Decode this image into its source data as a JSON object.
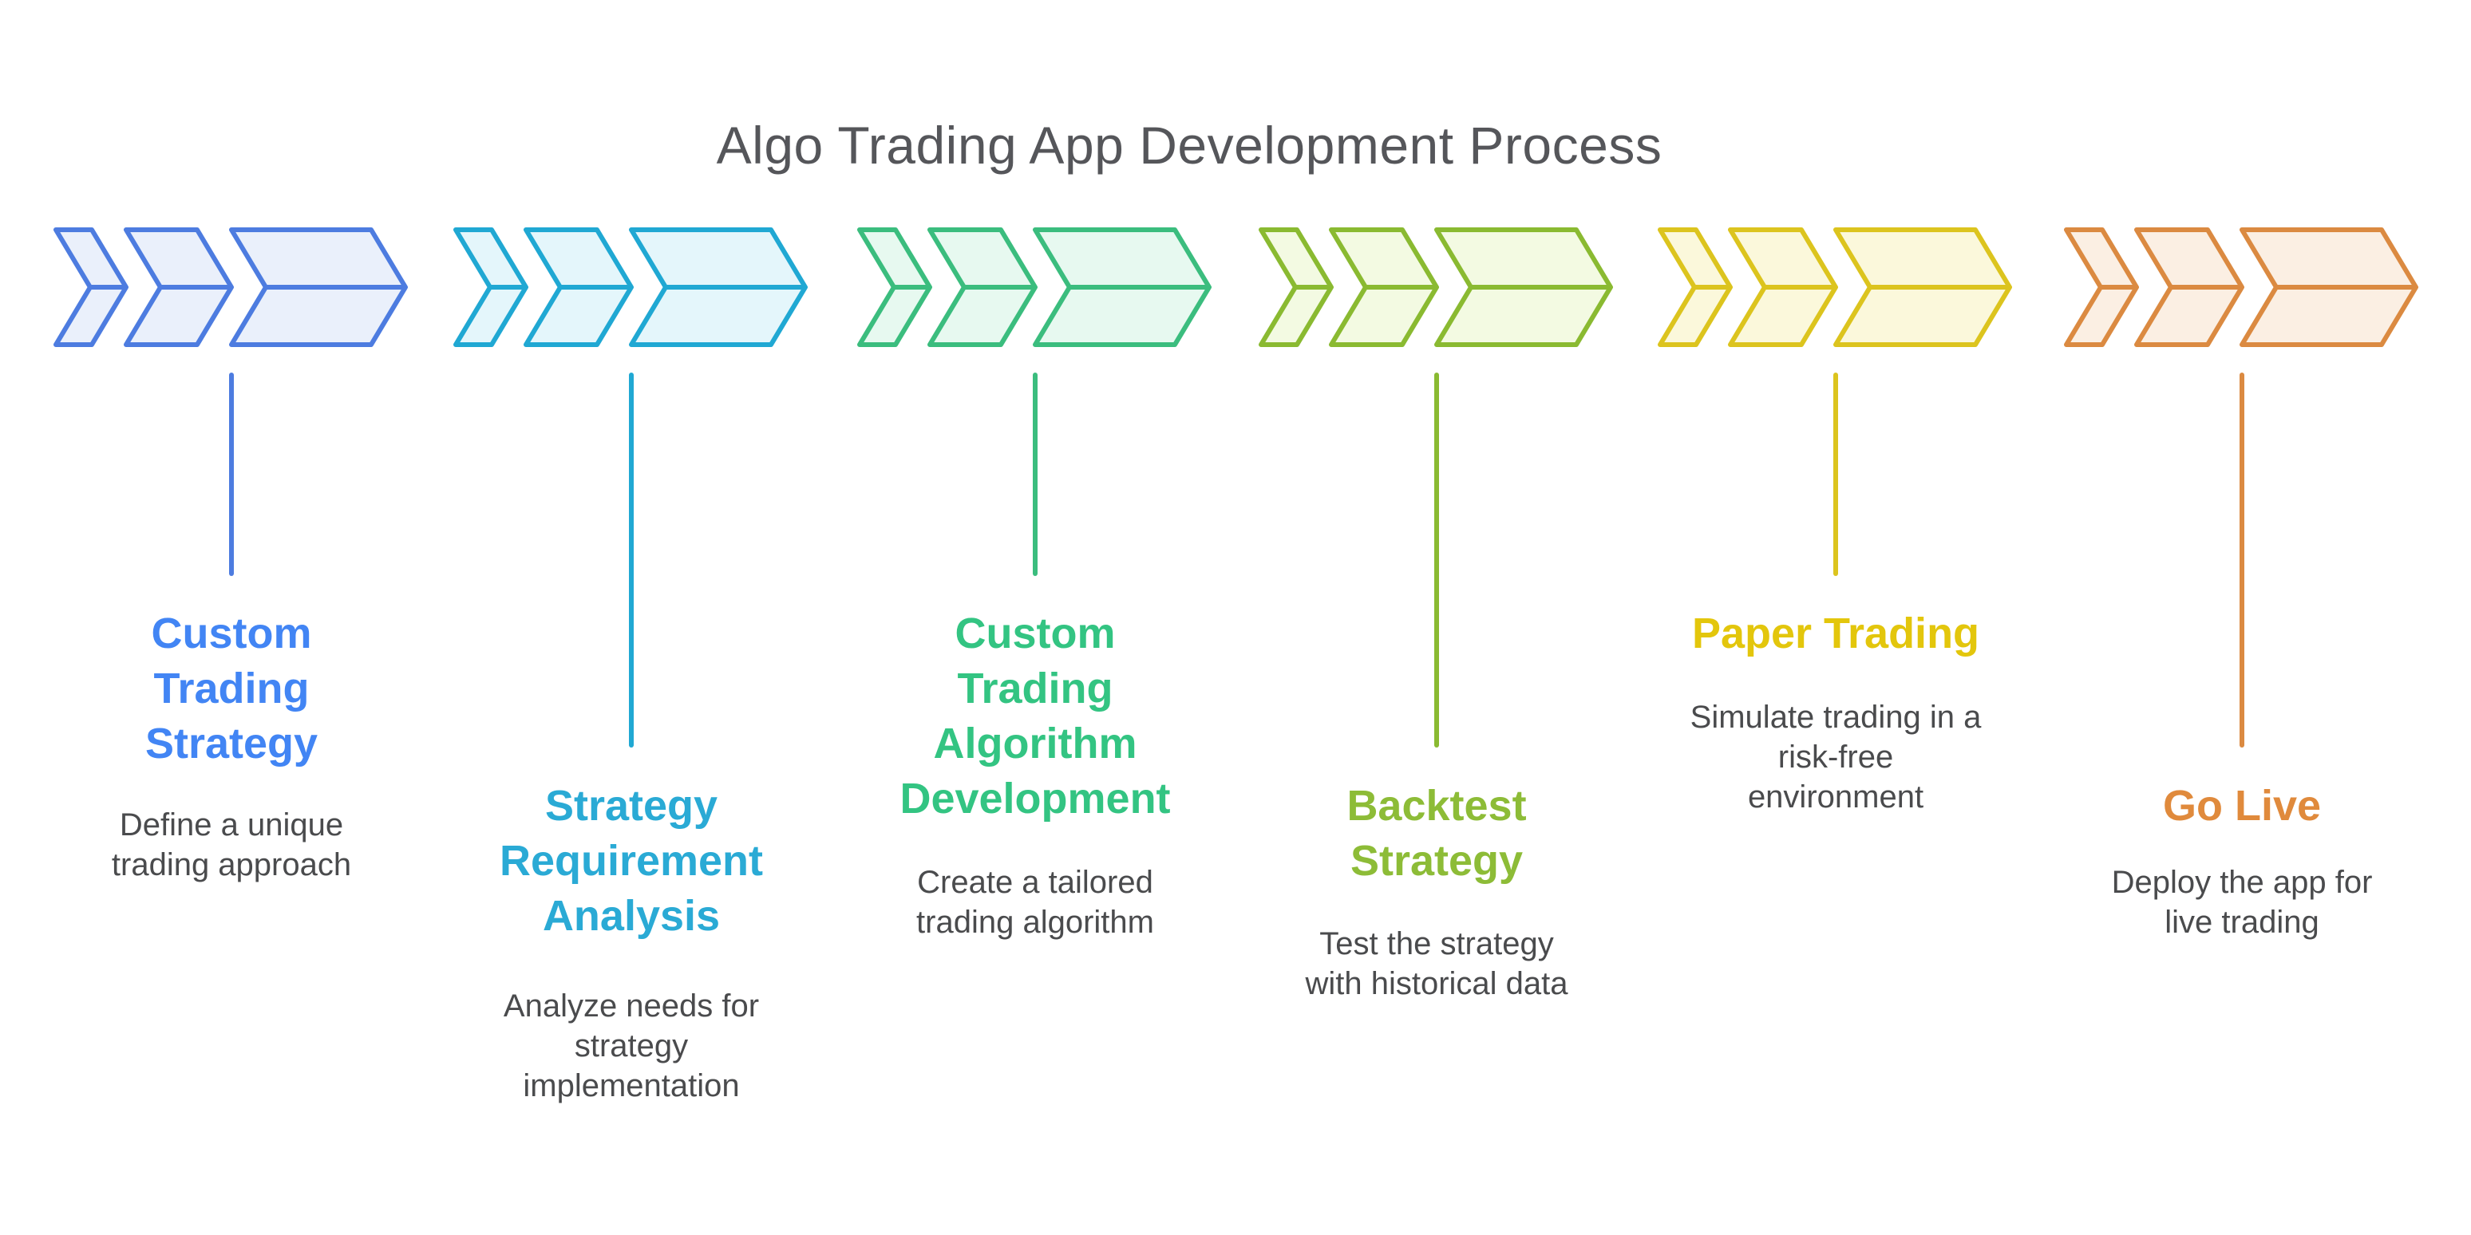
{
  "diagram_title": "Algo Trading App Development Process",
  "colors": {
    "background": "#FFFFFF",
    "title_text": "#55565A",
    "description_text": "#4A4B4D"
  },
  "stages": [
    {
      "name": "custom-trading-strategy",
      "title_lines": [
        "Custom",
        "Trading",
        "Strategy"
      ],
      "description_lines": [
        "Define a unique",
        "trading approach"
      ],
      "accent": {
        "stroke": "#4D7CE0",
        "fill": "#EAF0FB",
        "text": "#4285F4"
      }
    },
    {
      "name": "strategy-requirement-analysis",
      "title_lines": [
        "Strategy",
        "Requirement",
        "Analysis"
      ],
      "description_lines": [
        "Analyze needs for",
        "strategy",
        "implementation"
      ],
      "accent": {
        "stroke": "#20A8D3",
        "fill": "#E4F6FB",
        "text": "#2AAAD5"
      }
    },
    {
      "name": "custom-trading-algorithm-development",
      "title_lines": [
        "Custom",
        "Trading",
        "Algorithm",
        "Development"
      ],
      "description_lines": [
        "Create a tailored",
        "trading algorithm"
      ],
      "accent": {
        "stroke": "#3BBD7E",
        "fill": "#E7F9F0",
        "text": "#33C482"
      }
    },
    {
      "name": "backtest-strategy",
      "title_lines": [
        "Backtest",
        "Strategy"
      ],
      "description_lines": [
        "Test the strategy",
        "with historical data"
      ],
      "accent": {
        "stroke": "#8ABA31",
        "fill": "#F3FAE2",
        "text": "#8DBC37"
      }
    },
    {
      "name": "paper-trading",
      "title_lines": [
        "Paper Trading"
      ],
      "description_lines": [
        "Simulate trading in a",
        "risk-free",
        "environment"
      ],
      "accent": {
        "stroke": "#DCC41E",
        "fill": "#FBF8DB",
        "text": "#E3C60C"
      }
    },
    {
      "name": "go-live",
      "title_lines": [
        "Go Live"
      ],
      "description_lines": [
        "Deploy the app for",
        "live trading"
      ],
      "accent": {
        "stroke": "#DB8A41",
        "fill": "#FBEFE3",
        "text": "#E08A3C"
      }
    }
  ]
}
